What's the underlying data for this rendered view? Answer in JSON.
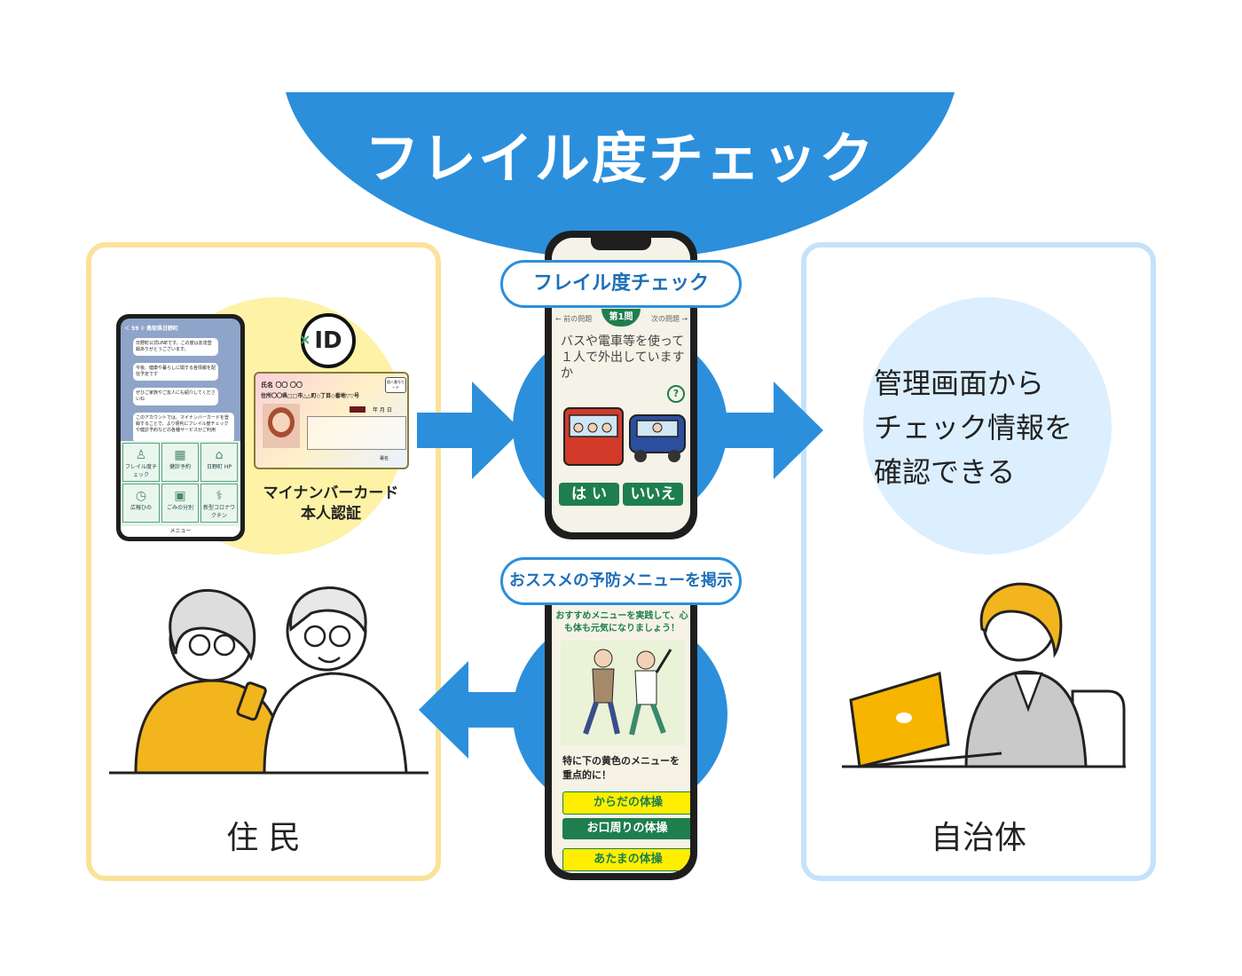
{
  "title": "フレイル度チェック",
  "resident": {
    "label": "住 民",
    "mynumber_caption_line1": "マイナンバーカード",
    "mynumber_caption_line2": "本人認証",
    "id_logo": "ID",
    "line_app": {
      "header": "＜ 59  ⚲ 鳥取県日野町",
      "message1": "日野町公式LINEです。この度は友達登録ありがとうございます。",
      "message2": "今後、健康や暮らしに関する各情報を配信予定です",
      "message3": "ぜひご家族やご友人にも紹介してくださいね",
      "message4": "このアカウントでは、マイナンバーカードを登録することで、より便利にフレイル度チェックや健診予約などの各種サービスがご利用",
      "menu_items": [
        "フレイル度チェック",
        "健診予約",
        "日野町 HP",
        "広報ひの",
        "ごみの分別",
        "新型コロナワクチン"
      ],
      "menu_label": "メニュー"
    },
    "card": {
      "name_label": "氏名",
      "name_value": "〇〇 〇〇",
      "address": "住所〇〇県□□市△△町◇丁目◇番地▽▽号",
      "date_label": "年 月 日",
      "sign_label": "署名",
      "badge": "個人番号カード"
    }
  },
  "center": {
    "check_pill": "フレイル度チェック",
    "quiz": {
      "prev": "← 前の問題",
      "number": "第1問",
      "next": "次の問題 →",
      "question": "バスや電車等を使って１人で外出していますか",
      "help": "?",
      "yes": "は い",
      "no": "いいえ"
    },
    "menu_pill": "おススメの予防メニューを掲示",
    "recommend": {
      "header": "おすすめメニューを実践して、心も体も元気になりましょう！",
      "note": "特に下の黄色のメニューを重点的に！",
      "items": [
        "からだの体操",
        "お口周りの体操",
        "あたまの体操"
      ]
    }
  },
  "municipality": {
    "label": "自治体",
    "bubble_line1": "管理画面から",
    "bubble_line2": "チェック情報を",
    "bubble_line3": "確認できる"
  },
  "colors": {
    "blue": "#2b8fdc",
    "yellow_border": "#fbe29a",
    "light_blue_border": "#c5e2fb",
    "green": "#1e7e4e",
    "menu_yellow": "#ffee00"
  }
}
